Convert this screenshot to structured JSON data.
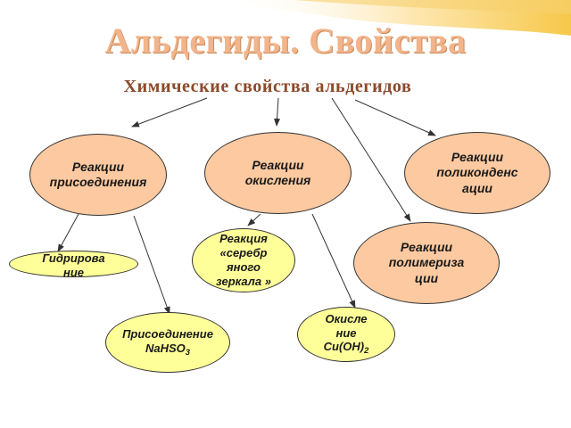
{
  "title": "Альдегиды. Свойства",
  "subtitle": "Химические свойства альдегидов",
  "nodes": {
    "addition": "Реакции присоединения",
    "oxidation": "Реакции окисления",
    "polycondensation": "Реакции поликонденс ации",
    "polymerization": "Реакции полимериза ции",
    "hydrogenation": "Гидрирова ние",
    "silver_mirror": "Реакция «серебр яного зеркала »",
    "nahso3_prefix": "Присоединение NaHSO",
    "nahso3_sub": "3",
    "cuoh2_prefix": "Окисле ние Cu(OH)",
    "cuoh2_sub": "2"
  },
  "colors": {
    "title": "#f2b48a",
    "subtitle": "#8b4a2a",
    "main_node_fill": "#fcc9a0",
    "leaf_node_fill": "#ffff99",
    "arrow": "#333333"
  }
}
